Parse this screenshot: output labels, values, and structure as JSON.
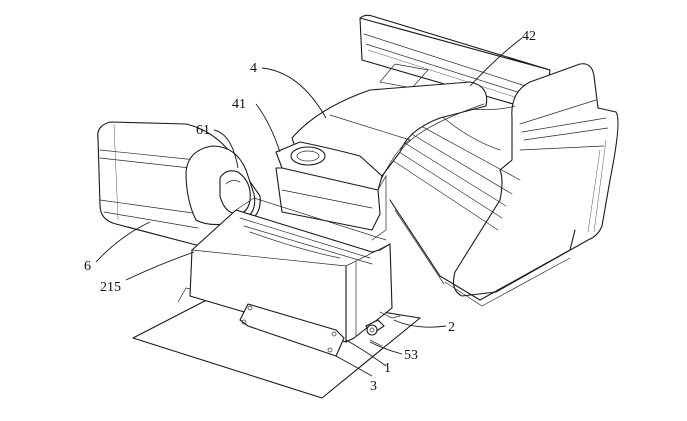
{
  "labels": {
    "l4": "4",
    "l41": "41",
    "l42": "42",
    "l61": "61",
    "l6": "6",
    "l215": "215",
    "l2": "2",
    "l53": "53",
    "l1": "1",
    "l3": "3"
  }
}
